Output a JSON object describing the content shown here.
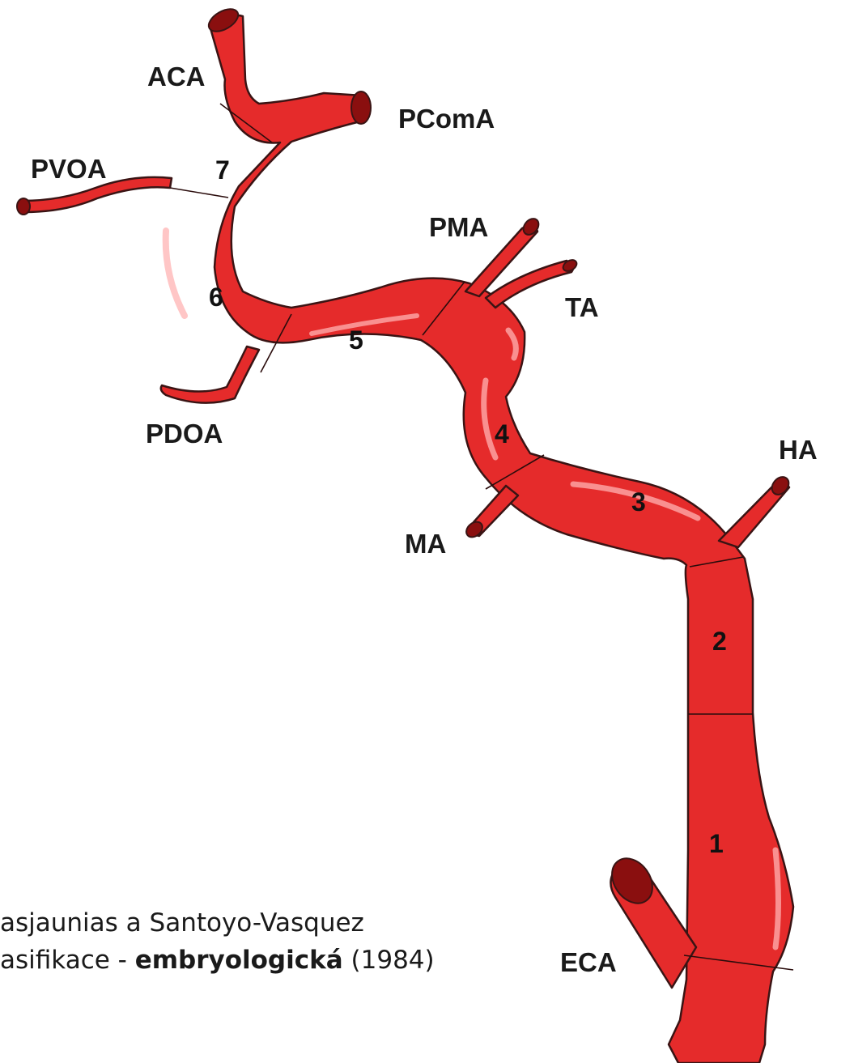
{
  "colors": {
    "vessel_fill": "#e52b2b",
    "vessel_dark": "#c41c1c",
    "outline": "#3a1414",
    "highlight": "#ffb3b3",
    "background": "#ffffff"
  },
  "segments": [
    "1",
    "2",
    "3",
    "4",
    "5",
    "6",
    "7"
  ],
  "vessel_labels": {
    "aca": "ACA",
    "pcoma": "PComA",
    "pvoa": "PVOA",
    "pma": "PMA",
    "ta": "TA",
    "pdoa": "PDOA",
    "ha": "HA",
    "ma": "MA",
    "eca": "ECA"
  },
  "caption": {
    "line1": "asjaunias a Santoyo-Vasquez",
    "line2_prefix": "asifikace - ",
    "line2_bold": "embryologická",
    "line2_suffix": " (1984)"
  }
}
